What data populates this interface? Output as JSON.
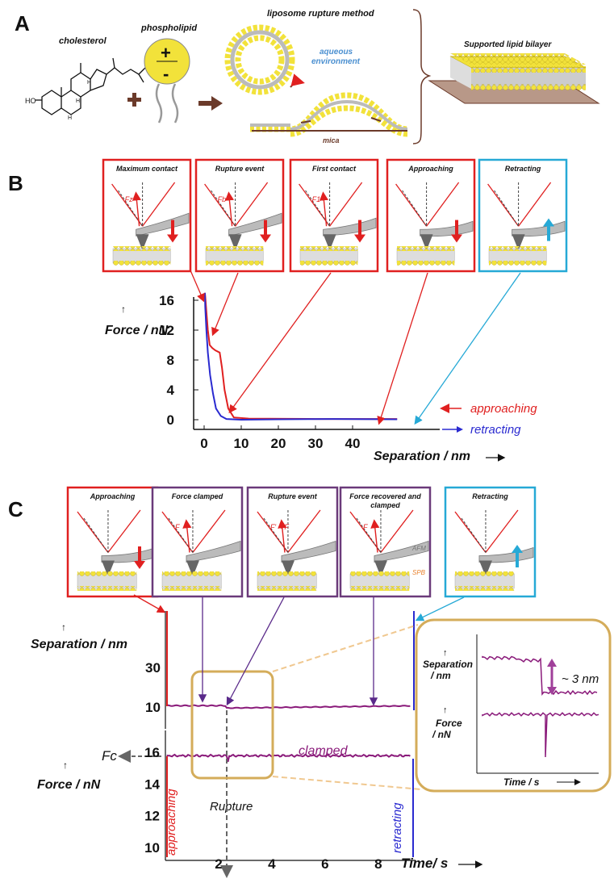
{
  "panel_a": {
    "letter": "A",
    "cholesterol": "cholesterol",
    "phospholipid": "phospholipid",
    "plus_sign": "+",
    "minus_sign": "-",
    "ho_label": "HO",
    "h_label": "H",
    "method_title": "liposome rupture method",
    "aqueous": "aqueous\nenvironment",
    "mica": "mica",
    "result_title": "Supported lipid bilayer"
  },
  "panel_b": {
    "letter": "B",
    "boxes": [
      {
        "title": "Maximum contact",
        "force_label": "Fz",
        "arrow": "down",
        "color": "#e02020"
      },
      {
        "title": "Rupture event",
        "force_label": "Fb",
        "arrow": "down",
        "color": "#e02020"
      },
      {
        "title": "First contact",
        "force_label": "F1",
        "arrow": "down",
        "color": "#e02020"
      },
      {
        "title": "Approaching",
        "force_label": "",
        "arrow": "down",
        "color": "#e02020"
      },
      {
        "title": "Retracting",
        "force_label": "",
        "arrow": "up",
        "color": "#26a9d6"
      }
    ],
    "y_label": "Force / nN",
    "x_label": "Separation / nm",
    "y_ticks": [
      "16",
      "12",
      "8",
      "4",
      "0"
    ],
    "x_ticks": [
      "0",
      "10",
      "20",
      "30",
      "40"
    ],
    "legend": [
      {
        "label": "approaching",
        "color": "#e02020"
      },
      {
        "label": "retracting",
        "color": "#2a2ad0"
      }
    ]
  },
  "panel_c": {
    "letter": "C",
    "boxes": [
      {
        "title": "Approaching",
        "color": "#e02020",
        "arrow": "down"
      },
      {
        "title": "Force clamped",
        "color": "#6b3a7a",
        "force_label": "F"
      },
      {
        "title": "Rupture event",
        "color": "#6b3a7a",
        "force_label": "F' < F"
      },
      {
        "title": "Force recovered and clamped",
        "color": "#6b3a7a",
        "force_label": "F",
        "extra": [
          "AFM",
          "SPB"
        ]
      },
      {
        "title": "Retracting",
        "color": "#26a9d6",
        "arrow": "up"
      }
    ],
    "sep_label": "Separation / nm",
    "sep_ticks": [
      "30",
      "10"
    ],
    "force_label": "Force / nN",
    "fc_label": "Fc",
    "force_ticks": [
      "16",
      "14",
      "12",
      "10"
    ],
    "x_ticks": [
      "2",
      "4",
      "6",
      "8"
    ],
    "x_label": "Time/ s",
    "clamped": "clamped",
    "approaching": "approaching",
    "retracting": "retracting",
    "rupture": "Rupture",
    "inset": {
      "sep_label": "Separation\n/ nm",
      "force_label": "Force\n/ nN",
      "delta": "~ 3 nm",
      "x_label": "Time / s"
    }
  },
  "colors": {
    "red": "#e02020",
    "blue": "#2a2ad0",
    "cyan": "#26a9d6",
    "purple": "#8a1a7a",
    "box_purple": "#6b3a7a",
    "gold": "#d4ac5a",
    "brown": "#6b3a2a",
    "lipid": "#f2e23a"
  }
}
